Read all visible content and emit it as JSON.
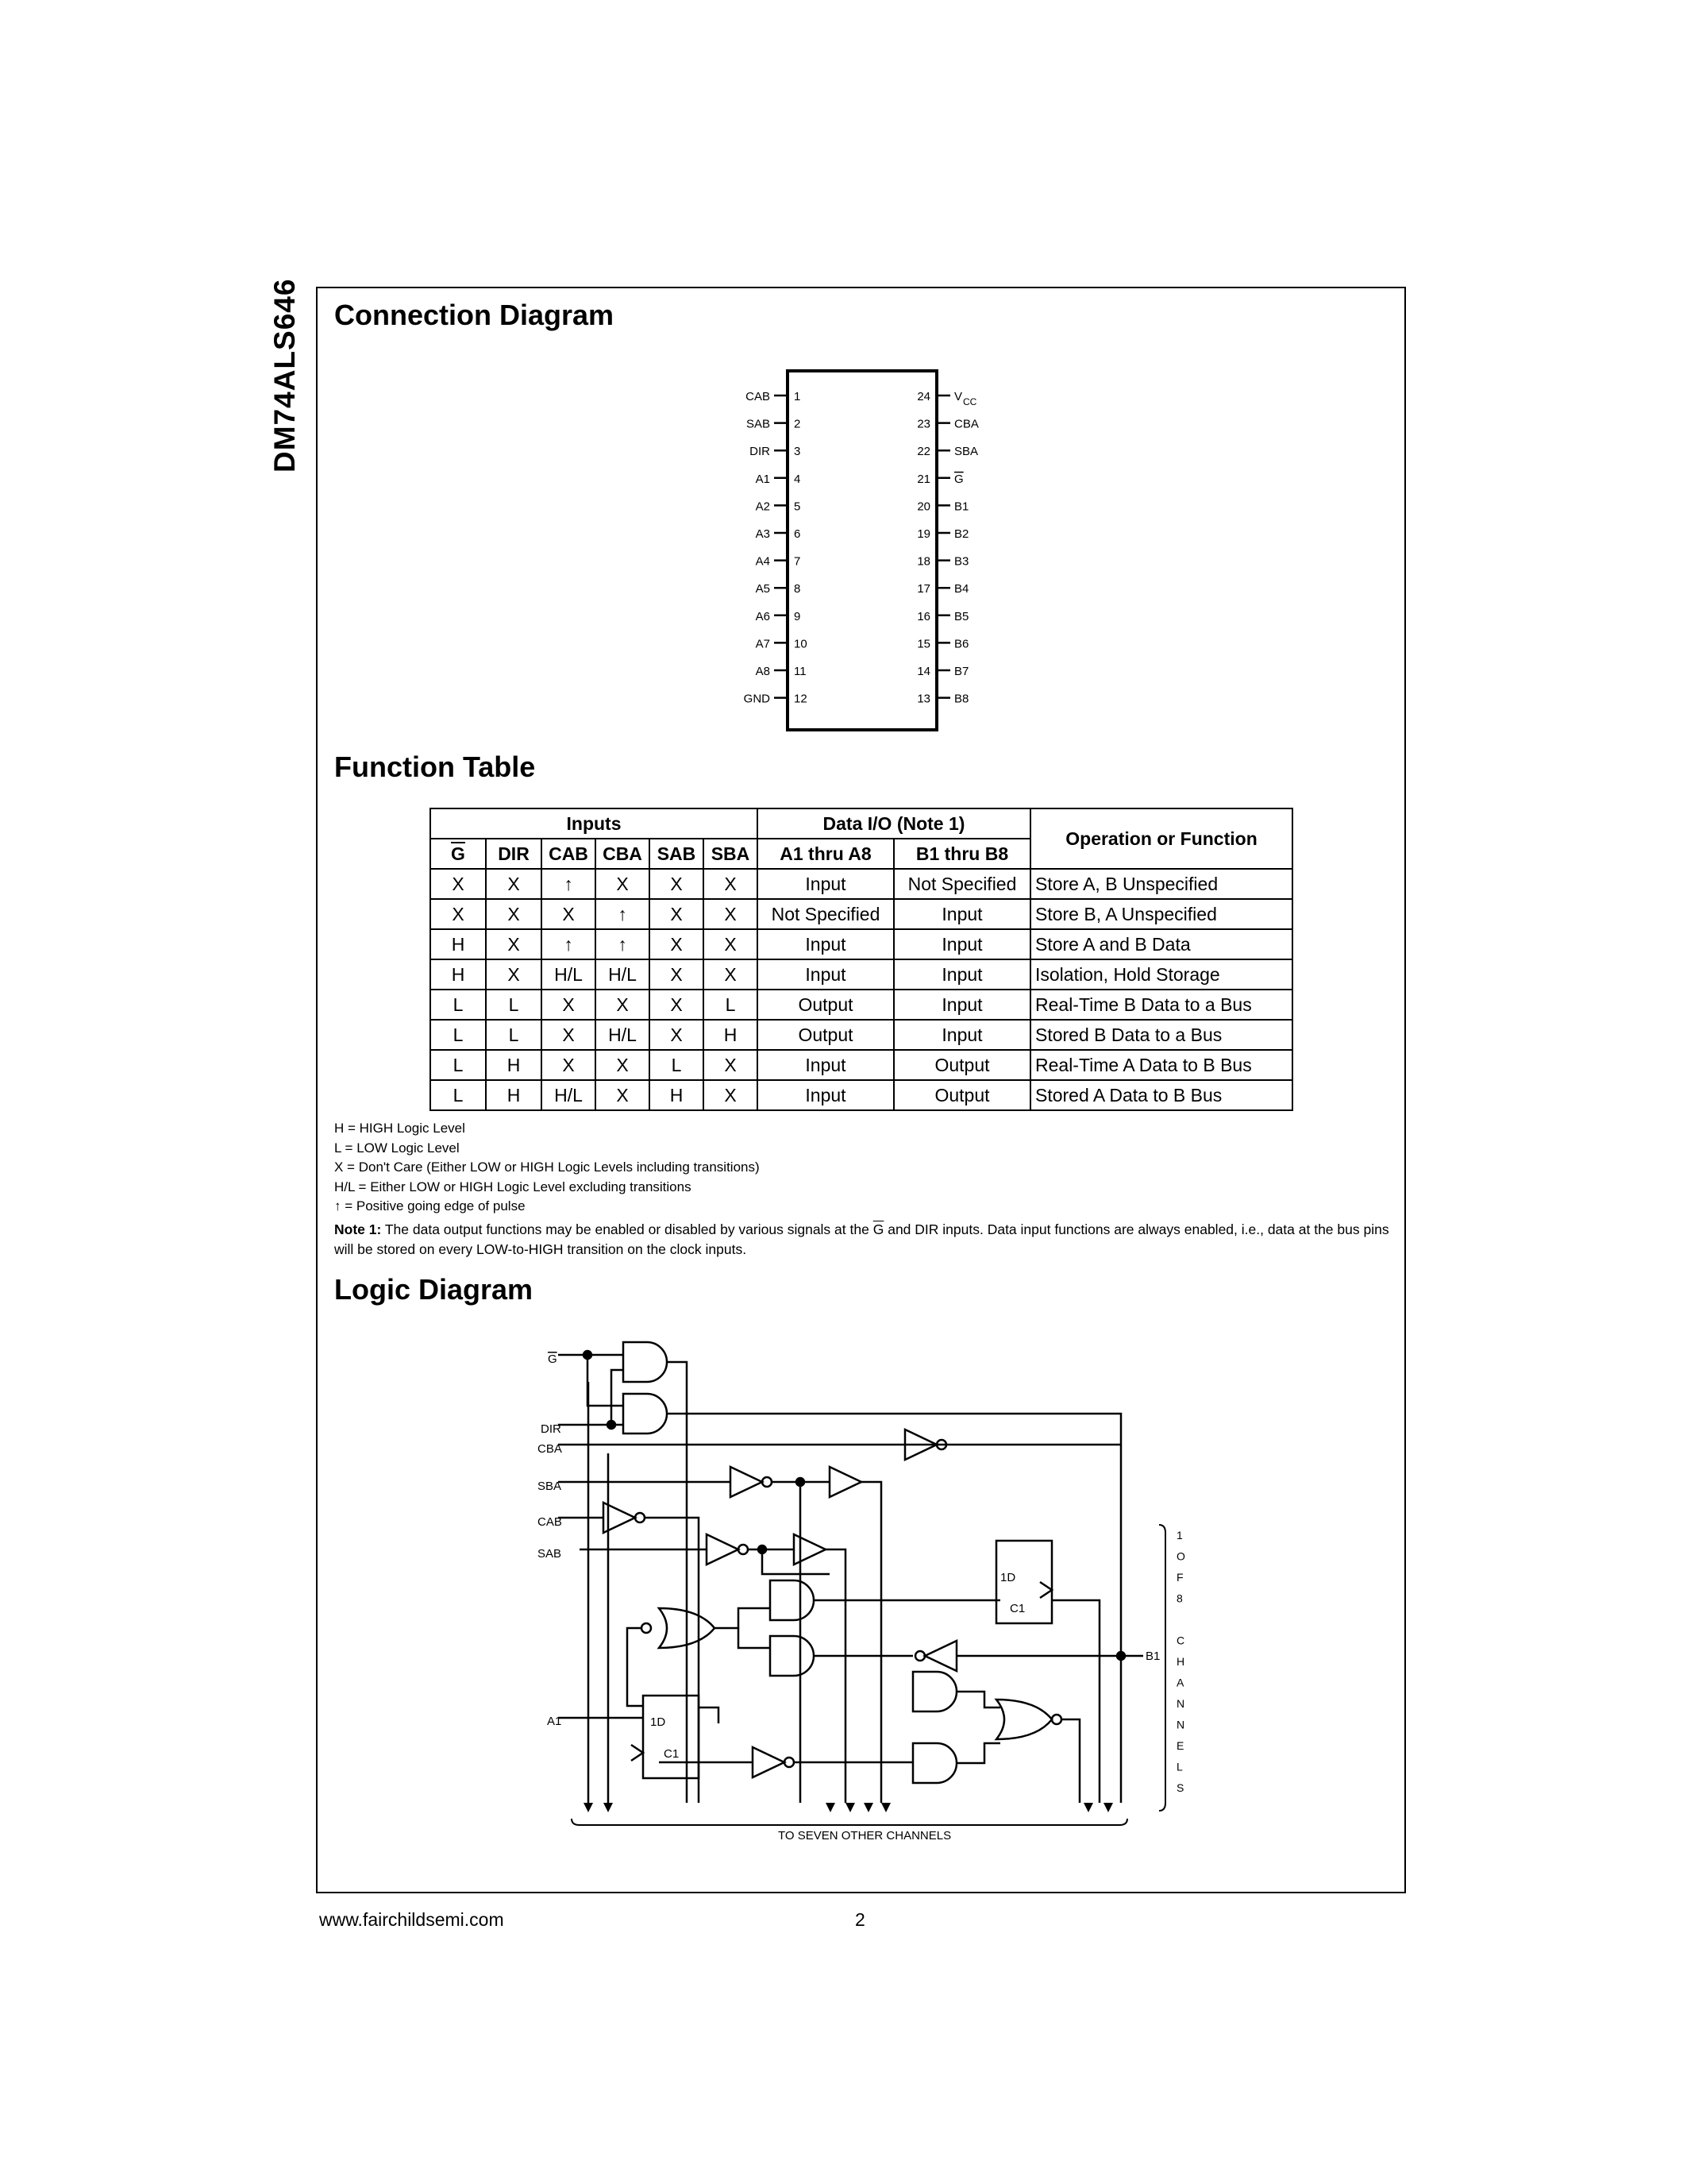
{
  "part_number": "DM74ALS646",
  "sections": {
    "connection": "Connection Diagram",
    "function_table": "Function Table",
    "logic": "Logic Diagram"
  },
  "connection_diagram": {
    "left_pins": [
      {
        "name": "CAB",
        "num": "1"
      },
      {
        "name": "SAB",
        "num": "2"
      },
      {
        "name": "DIR",
        "num": "3"
      },
      {
        "name": "A1",
        "num": "4"
      },
      {
        "name": "A2",
        "num": "5"
      },
      {
        "name": "A3",
        "num": "6"
      },
      {
        "name": "A4",
        "num": "7"
      },
      {
        "name": "A5",
        "num": "8"
      },
      {
        "name": "A6",
        "num": "9"
      },
      {
        "name": "A7",
        "num": "10"
      },
      {
        "name": "A8",
        "num": "11"
      },
      {
        "name": "GND",
        "num": "12"
      }
    ],
    "right_pins": [
      {
        "name": "V",
        "sub": "CC",
        "num": "24"
      },
      {
        "name": "CBA",
        "num": "23"
      },
      {
        "name": "SBA",
        "num": "22"
      },
      {
        "name": "G",
        "overline": true,
        "num": "21"
      },
      {
        "name": "B1",
        "num": "20"
      },
      {
        "name": "B2",
        "num": "19"
      },
      {
        "name": "B3",
        "num": "18"
      },
      {
        "name": "B4",
        "num": "17"
      },
      {
        "name": "B5",
        "num": "16"
      },
      {
        "name": "B6",
        "num": "15"
      },
      {
        "name": "B7",
        "num": "14"
      },
      {
        "name": "B8",
        "num": "13"
      }
    ]
  },
  "function_table": {
    "group_headers": {
      "inputs": "Inputs",
      "data_io": "Data I/O (Note 1)",
      "operation": "Operation or Function"
    },
    "columns": [
      "G",
      "DIR",
      "CAB",
      "CBA",
      "SAB",
      "SBA",
      "A1 thru A8",
      "B1 thru B8"
    ],
    "rows": [
      [
        "X",
        "X",
        "↑",
        "X",
        "X",
        "X",
        "Input",
        "Not Specified",
        "Store A, B Unspecified"
      ],
      [
        "X",
        "X",
        "X",
        "↑",
        "X",
        "X",
        "Not Specified",
        "Input",
        "Store B, A Unspecified"
      ],
      [
        "H",
        "X",
        "↑",
        "↑",
        "X",
        "X",
        "Input",
        "Input",
        "Store A and B Data"
      ],
      [
        "H",
        "X",
        "H/L",
        "H/L",
        "X",
        "X",
        "Input",
        "Input",
        "Isolation, Hold Storage"
      ],
      [
        "L",
        "L",
        "X",
        "X",
        "X",
        "L",
        "Output",
        "Input",
        "Real-Time B Data to a Bus"
      ],
      [
        "L",
        "L",
        "X",
        "H/L",
        "X",
        "H",
        "Output",
        "Input",
        "Stored B Data to a Bus"
      ],
      [
        "L",
        "H",
        "X",
        "X",
        "L",
        "X",
        "Input",
        "Output",
        "Real-Time A Data to B Bus"
      ],
      [
        "L",
        "H",
        "H/L",
        "X",
        "H",
        "X",
        "Input",
        "Output",
        "Stored A Data to B Bus"
      ]
    ]
  },
  "legend": [
    "H = HIGH Logic Level",
    "L = LOW Logic Level",
    "X = Don't Care (Either LOW or HIGH Logic Levels including transitions)",
    "H/L = Either LOW or HIGH Logic Level excluding transitions",
    "↑ = Positive going edge of pulse"
  ],
  "note": {
    "label": "Note 1:",
    "text_before": "The data output functions may be enabled or disabled by various signals at the",
    "g_symbol": "G",
    "text_after": "and DIR inputs. Data input functions are always enabled, i.e., data at the bus pins will be stored on every LOW-to-HIGH transition on the clock inputs."
  },
  "logic_diagram": {
    "inputs": [
      "G",
      "DIR",
      "CBA",
      "SBA",
      "CAB",
      "SAB",
      "A1"
    ],
    "b_label": "B1",
    "ff_d": "1D",
    "ff_clk": "C1",
    "bottom_label": "TO SEVEN OTHER CHANNELS",
    "side_label": [
      "1",
      "O",
      "F",
      "8",
      "",
      "C",
      "H",
      "A",
      "N",
      "N",
      "E",
      "L",
      "S"
    ]
  },
  "footer": {
    "url": "www.fairchildsemi.com",
    "page": "2"
  }
}
